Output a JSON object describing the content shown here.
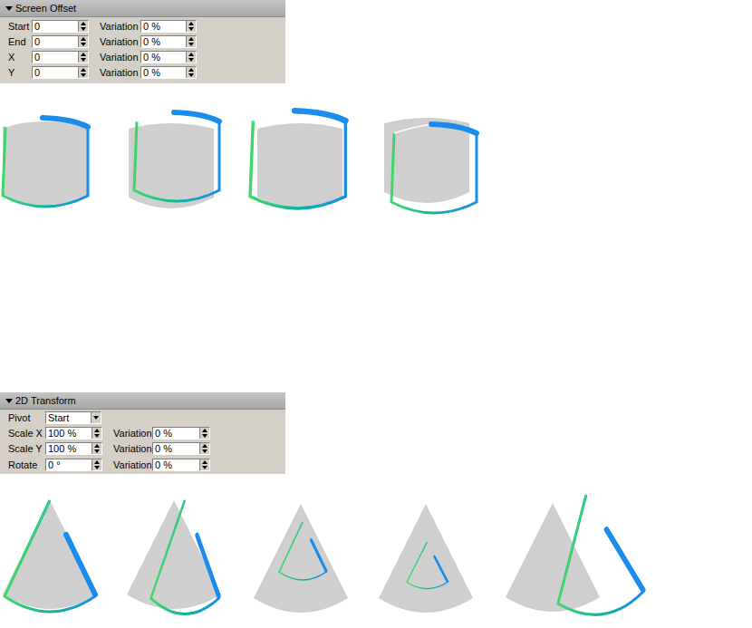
{
  "diagram": {
    "nodes": [
      {
        "text": [
          "Screen Offset"
        ]
      },
      {
        "text": [
          "0"
        ],
        "in": 0
      },
      {
        "text": [
          "0 %"
        ],
        "in": 0
      },
      {
        "text": [
          "0"
        ],
        "in": 0
      },
      {
        "text": [
          "0 %"
        ],
        "in": 0
      },
      {
        "text": [
          "0"
        ],
        "in": 0
      },
      {
        "text": [
          "0 %"
        ],
        "in": 0
      },
      {
        "text": [
          "0"
        ],
        "in": 0
      },
      {
        "text": [
          "0 %"
        ],
        "in": 0
      },
      {
        "text": [
          "2D Transform"
        ]
      },
      {
        "text": [
          "Start"
        ],
        "in": 9
      },
      {
        "text": [
          "100 %"
        ],
        "in": 9
      },
      {
        "text": [
          "0 %"
        ],
        "in": 9
      },
      {
        "text": [
          "100 %"
        ],
        "in": 9
      },
      {
        "text": [
          "0 %"
        ],
        "in": 9
      },
      {
        "text": [
          "0 °"
        ],
        "in": 9
      },
      {
        "text": [
          "0 %"
        ],
        "in": 9
      }
    ],
    "labels": [
      "Start",
      "Variation",
      "End",
      "Variation",
      "X",
      "Variation",
      "Y",
      "Variation",
      "Pivot",
      "Scale X",
      "Variation",
      "Scale Y",
      "Variation",
      "Rotate",
      "Variation"
    ]
  }
}
